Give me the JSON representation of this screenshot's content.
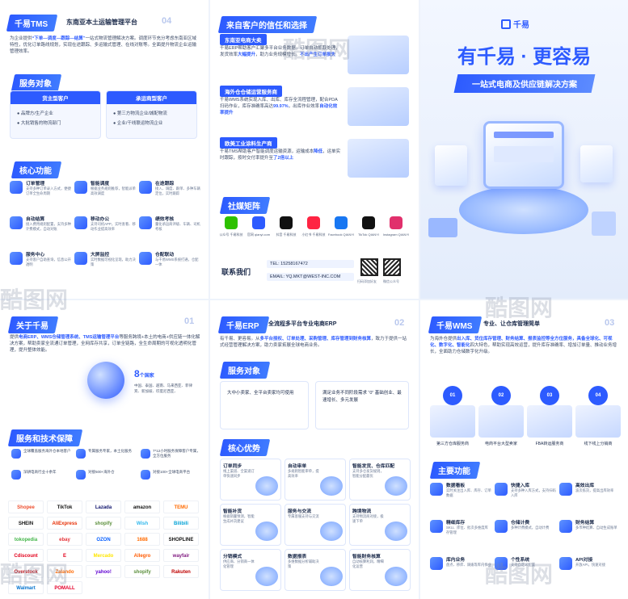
{
  "tms": {
    "tag": "千易TMS",
    "heading": "东南亚本土运输管理平台",
    "num": "04",
    "intro_pre": "为企业提供",
    "intro_hl": "“下单—调度—跟踪—结算”",
    "intro_post": "一站式物流管理解决方案。调度环节充分考虑东南亚区域特性，优化订单路线规划，实现在途跟踪、多运输式管理、在线对账等。全面提升物流企业运输管理效率。",
    "svc_tag": "服务对象",
    "svc": [
      {
        "title": "货主型客户",
        "items": [
          "品牌方/生产企业",
          "大批销售的物流部门"
        ]
      },
      {
        "title": "承运商型客户",
        "items": [
          "第三方物流企业/城配物流",
          "企业/干线联运物流企业"
        ]
      }
    ],
    "func_tag": "核心功能",
    "funcs": [
      {
        "t": "订单管理",
        "d": "支持多种订单录入方式，便捷订单全生命周期"
      },
      {
        "t": "智能调度",
        "d": "根据业务规则推荐，智能派单高效调度"
      },
      {
        "t": "在途跟踪",
        "d": "接入、调度、跟单、多种车辆定位，实时跟踪"
      },
      {
        "t": "自动结算",
        "d": "接入费用规则配置，支持多种计费模式，自动对账"
      },
      {
        "t": "移动办公",
        "d": "支持司机APP，实时查看、移动作业提高效率"
      },
      {
        "t": "绩效考核",
        "d": "量化承运商评级、车辆、司机考核"
      },
      {
        "t": "服务中心",
        "d": "支持客户自助查询，信息公开透明"
      },
      {
        "t": "大屏监控",
        "d": "实时数据可视化呈现，助力决策"
      },
      {
        "t": "仓配联动",
        "d": "与千易WMS系统打通，仓配一体"
      }
    ]
  },
  "cust": {
    "tag": "来自客户的信任和选择",
    "cases": [
      {
        "title": "东南亚电商大卖",
        "pre": "千易ERP帮助客户汇聚多平台业务数据，订单自动抓取处理，发货效率",
        "hl": "大幅提升",
        "post": "，助力业务规模增长。",
        "hl2": "不出产生订单损失"
      },
      {
        "title": "海外仓仓储运营服务商",
        "pre": "千易WMS系统实现入库、出库、库存全流程管理，配合PDA扫码作业，库存准确率高达",
        "hl": "99.97%",
        "post": "，出库作业效率",
        "hl2": "自动化效率提升"
      },
      {
        "title": "欧美工业涂料生产商",
        "pre": "千易TMS帮助客户智能调度运输资源，运输成本",
        "hl": "降低",
        "post": "，运单实时跟踪，按时交付率提升至",
        "hl2": "了2倍以上"
      }
    ],
    "media_tag": "社媒矩阵",
    "media": [
      {
        "n": "wechat-icon",
        "c": "#2dc100",
        "l": "公众号 千易科技"
      },
      {
        "n": "browser-icon",
        "c": "#2d5bff",
        "l": "官网 qianyi.com"
      },
      {
        "n": "tiktok-icon",
        "c": "#111",
        "l": "抖音 千易科技"
      },
      {
        "n": "xiaohongshu-icon",
        "c": "#ff2442",
        "l": "小红书 千易科技"
      },
      {
        "n": "facebook-icon",
        "c": "#1877f2",
        "l": "Facebook QIANYI"
      },
      {
        "n": "tiktok-global-icon",
        "c": "#111",
        "l": "TikTok QIANYI"
      },
      {
        "n": "instagram-icon",
        "c": "#e1306c",
        "l": "Instagram QIANYI"
      }
    ],
    "contact_title": "联系我们",
    "tel": "TEL: 15258167472",
    "email": "EMAIL: YQ.MKT@WEST-INC.COM",
    "qr1": "扫码添加好友",
    "qr2": "微信公众号"
  },
  "cover": {
    "logo": "千易",
    "title": "有千易 · 更容易",
    "subtitle": "一站式电商及供应链解决方案"
  },
  "about": {
    "tag": "关于千易",
    "num": "01",
    "pre": "提供",
    "hl1": "电商ERP、WMS仓储管理系统、TMS运输管理平台",
    "post": "等服务跨境+本土的电商+供应链一体化解决方案，帮助卖家全流通订单管理，全网库存共享，订单全链路，全生命周期的可视化透明化管理，提升整体效能。",
    "stat_val": "8",
    "stat_unit": "个国家",
    "countries": "中国、泰国、越南、马来西亚、菲律宾、新加坡、印度尼西亚、",
    "tech_tag": "服务和技术保障",
    "tech": [
      {
        "t": "全球覆盖服务海外仓本地客户",
        "hl": "8"
      },
      {
        "t": "专属服务专家，本土化服务",
        "hl": ""
      },
      {
        "t": "7*12小时服务保障客户专属，全方位服务",
        "hl": "7*12"
      },
      {
        "t": "深耕电商行业十余年",
        "hl": "10年"
      },
      {
        "t": "对接500+海外仓",
        "hl": "500+"
      },
      {
        "t": "对接100+全球电商平台",
        "hl": "100+"
      }
    ],
    "platforms": [
      "Shopee",
      "TikTok",
      "Lazada",
      "amazon",
      "TEMU",
      "SHEIN",
      "AliExpress",
      "shopify",
      "Wish",
      "Bilibili",
      "tokopedia",
      "ebay",
      "OZON",
      "1688",
      "SHOPLINE",
      "Cdiscount",
      "E",
      "Mercado",
      "Allegro",
      "wayfair",
      "Overstock",
      "Zalando",
      "yahoo!",
      "shopify",
      "Rakuten",
      "Walmart",
      "POMALL"
    ]
  },
  "erp": {
    "tag": "千易ERP",
    "heading": "全流程多平台专业电商ERP",
    "num": "02",
    "pre": "有千易、更容易。从",
    "hl": "多平台授权、订单处理、采购管理、库存管理到财务核算",
    "post": "，致力于提供一站式经营管理解决方案，助力卖家拓展全球电商业务。",
    "svc_tag": "服务对象",
    "svc": [
      "大中小卖家、全平台卖家均可使用",
      "满足业务不同阶段需求 “0” 基础创业、最速增长、多元发展"
    ],
    "adv_tag": "核心优势",
    "adv": [
      {
        "t": "订单同步",
        "d": "线上渠道、全渠道订单快速同步"
      },
      {
        "t": "自动审单",
        "d": "多规则智能审单，提高效率"
      },
      {
        "t": "智能发货、仓库匹配",
        "d": "支持多仓发货规则，智能分配最优"
      },
      {
        "t": "智能补货",
        "d": "根据销量预测，智能生成补货建议"
      },
      {
        "t": "服务与交流",
        "d": "专属客服支持与交流"
      },
      {
        "t": "跨境物流",
        "d": "支持物流商对接，极速下单"
      },
      {
        "t": "分销模式",
        "d": "供应商、分销商一体化管理"
      },
      {
        "t": "数据报表",
        "d": "多维数据分析辅助决策"
      },
      {
        "t": "智能财务核算",
        "d": "自动核算利润，精细化运营"
      }
    ]
  },
  "wms": {
    "tag": "千易WMS",
    "heading": "专业、让仓库管理简单",
    "num": "03",
    "pre": "为海外仓提供",
    "hl": "出入库、货位库存管理、财务结算、报表监控等全方位服务，具备全球化、可视化、数字化、智能化",
    "post": "四大特色，帮助实现高效运营，提升库存准确率、增加订单量、推动业务增长，全面助力仓储数字化升级。",
    "steps": [
      {
        "n": "01",
        "l": "第三方仓库服务商"
      },
      {
        "n": "02",
        "l": "电商平台大型卖家"
      },
      {
        "n": "03",
        "l": "FBA转运服务商"
      },
      {
        "n": "04",
        "l": "线下线上分销商"
      }
    ],
    "func_tag": "主要功能",
    "funcs": [
      {
        "t": "数据看板",
        "d": "实时关注出入库、库存、订单数据"
      },
      {
        "t": "快捷入库",
        "d": "支持多种入库方式，支持扫码入库"
      },
      {
        "t": "高效出库",
        "d": "波次拣货，提高出库效率"
      },
      {
        "t": "精细库存",
        "d": "SKU、库位、批次多维度库存管理"
      },
      {
        "t": "仓储计费",
        "d": "多种计费模式，自动计费"
      },
      {
        "t": "财务结算",
        "d": "多币种结算、自动生成账单"
      },
      {
        "t": "库内业务",
        "d": "盘点、移库、调拨等库内作业"
      },
      {
        "t": "个性系统",
        "d": "支持自定义配置"
      },
      {
        "t": "API对接",
        "d": "开放API，快速对接"
      }
    ]
  },
  "watermark": "酷图网"
}
